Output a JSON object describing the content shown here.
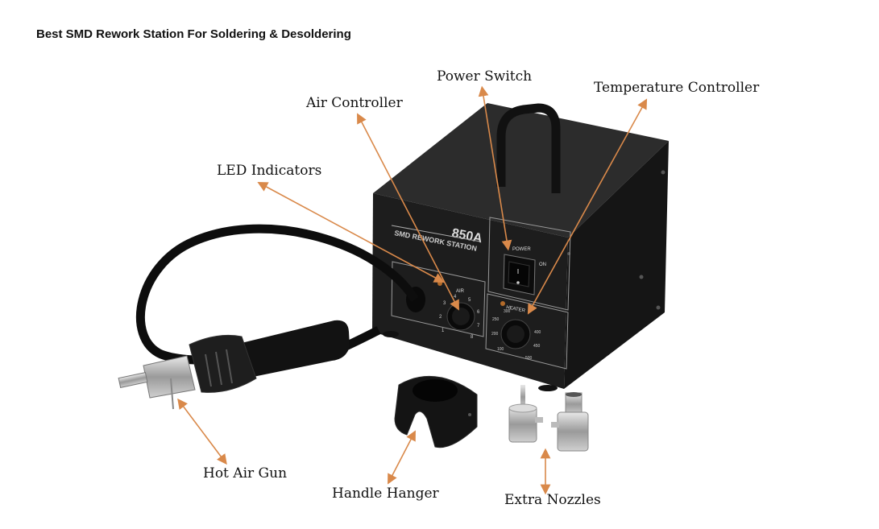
{
  "page": {
    "title": "Best SMD Rework Station For Soldering & Desoldering"
  },
  "callouts": {
    "power_switch": "Power Switch",
    "temperature_controller": "Temperature Controller",
    "air_controller": "Air Controller",
    "led_indicators": "LED Indicators",
    "hot_air_gun": "Hot Air Gun",
    "handle_hanger": "Handle Hanger",
    "extra_nozzles": "Extra Nozzles"
  },
  "device": {
    "model": "850A",
    "name": "SMD REWORK STATION",
    "power_label": "POWER",
    "on_label": "ON",
    "air_label": "AIR",
    "heater_label": "HEATER",
    "air_scale": [
      "1",
      "2",
      "3",
      "4",
      "5",
      "6",
      "7",
      "8"
    ],
    "heater_scale": [
      "100",
      "200",
      "250",
      "300",
      "400",
      "450",
      "500"
    ]
  },
  "colors": {
    "arrow": "#d9894a",
    "body": "#1c1c1c",
    "text": "#111111"
  }
}
